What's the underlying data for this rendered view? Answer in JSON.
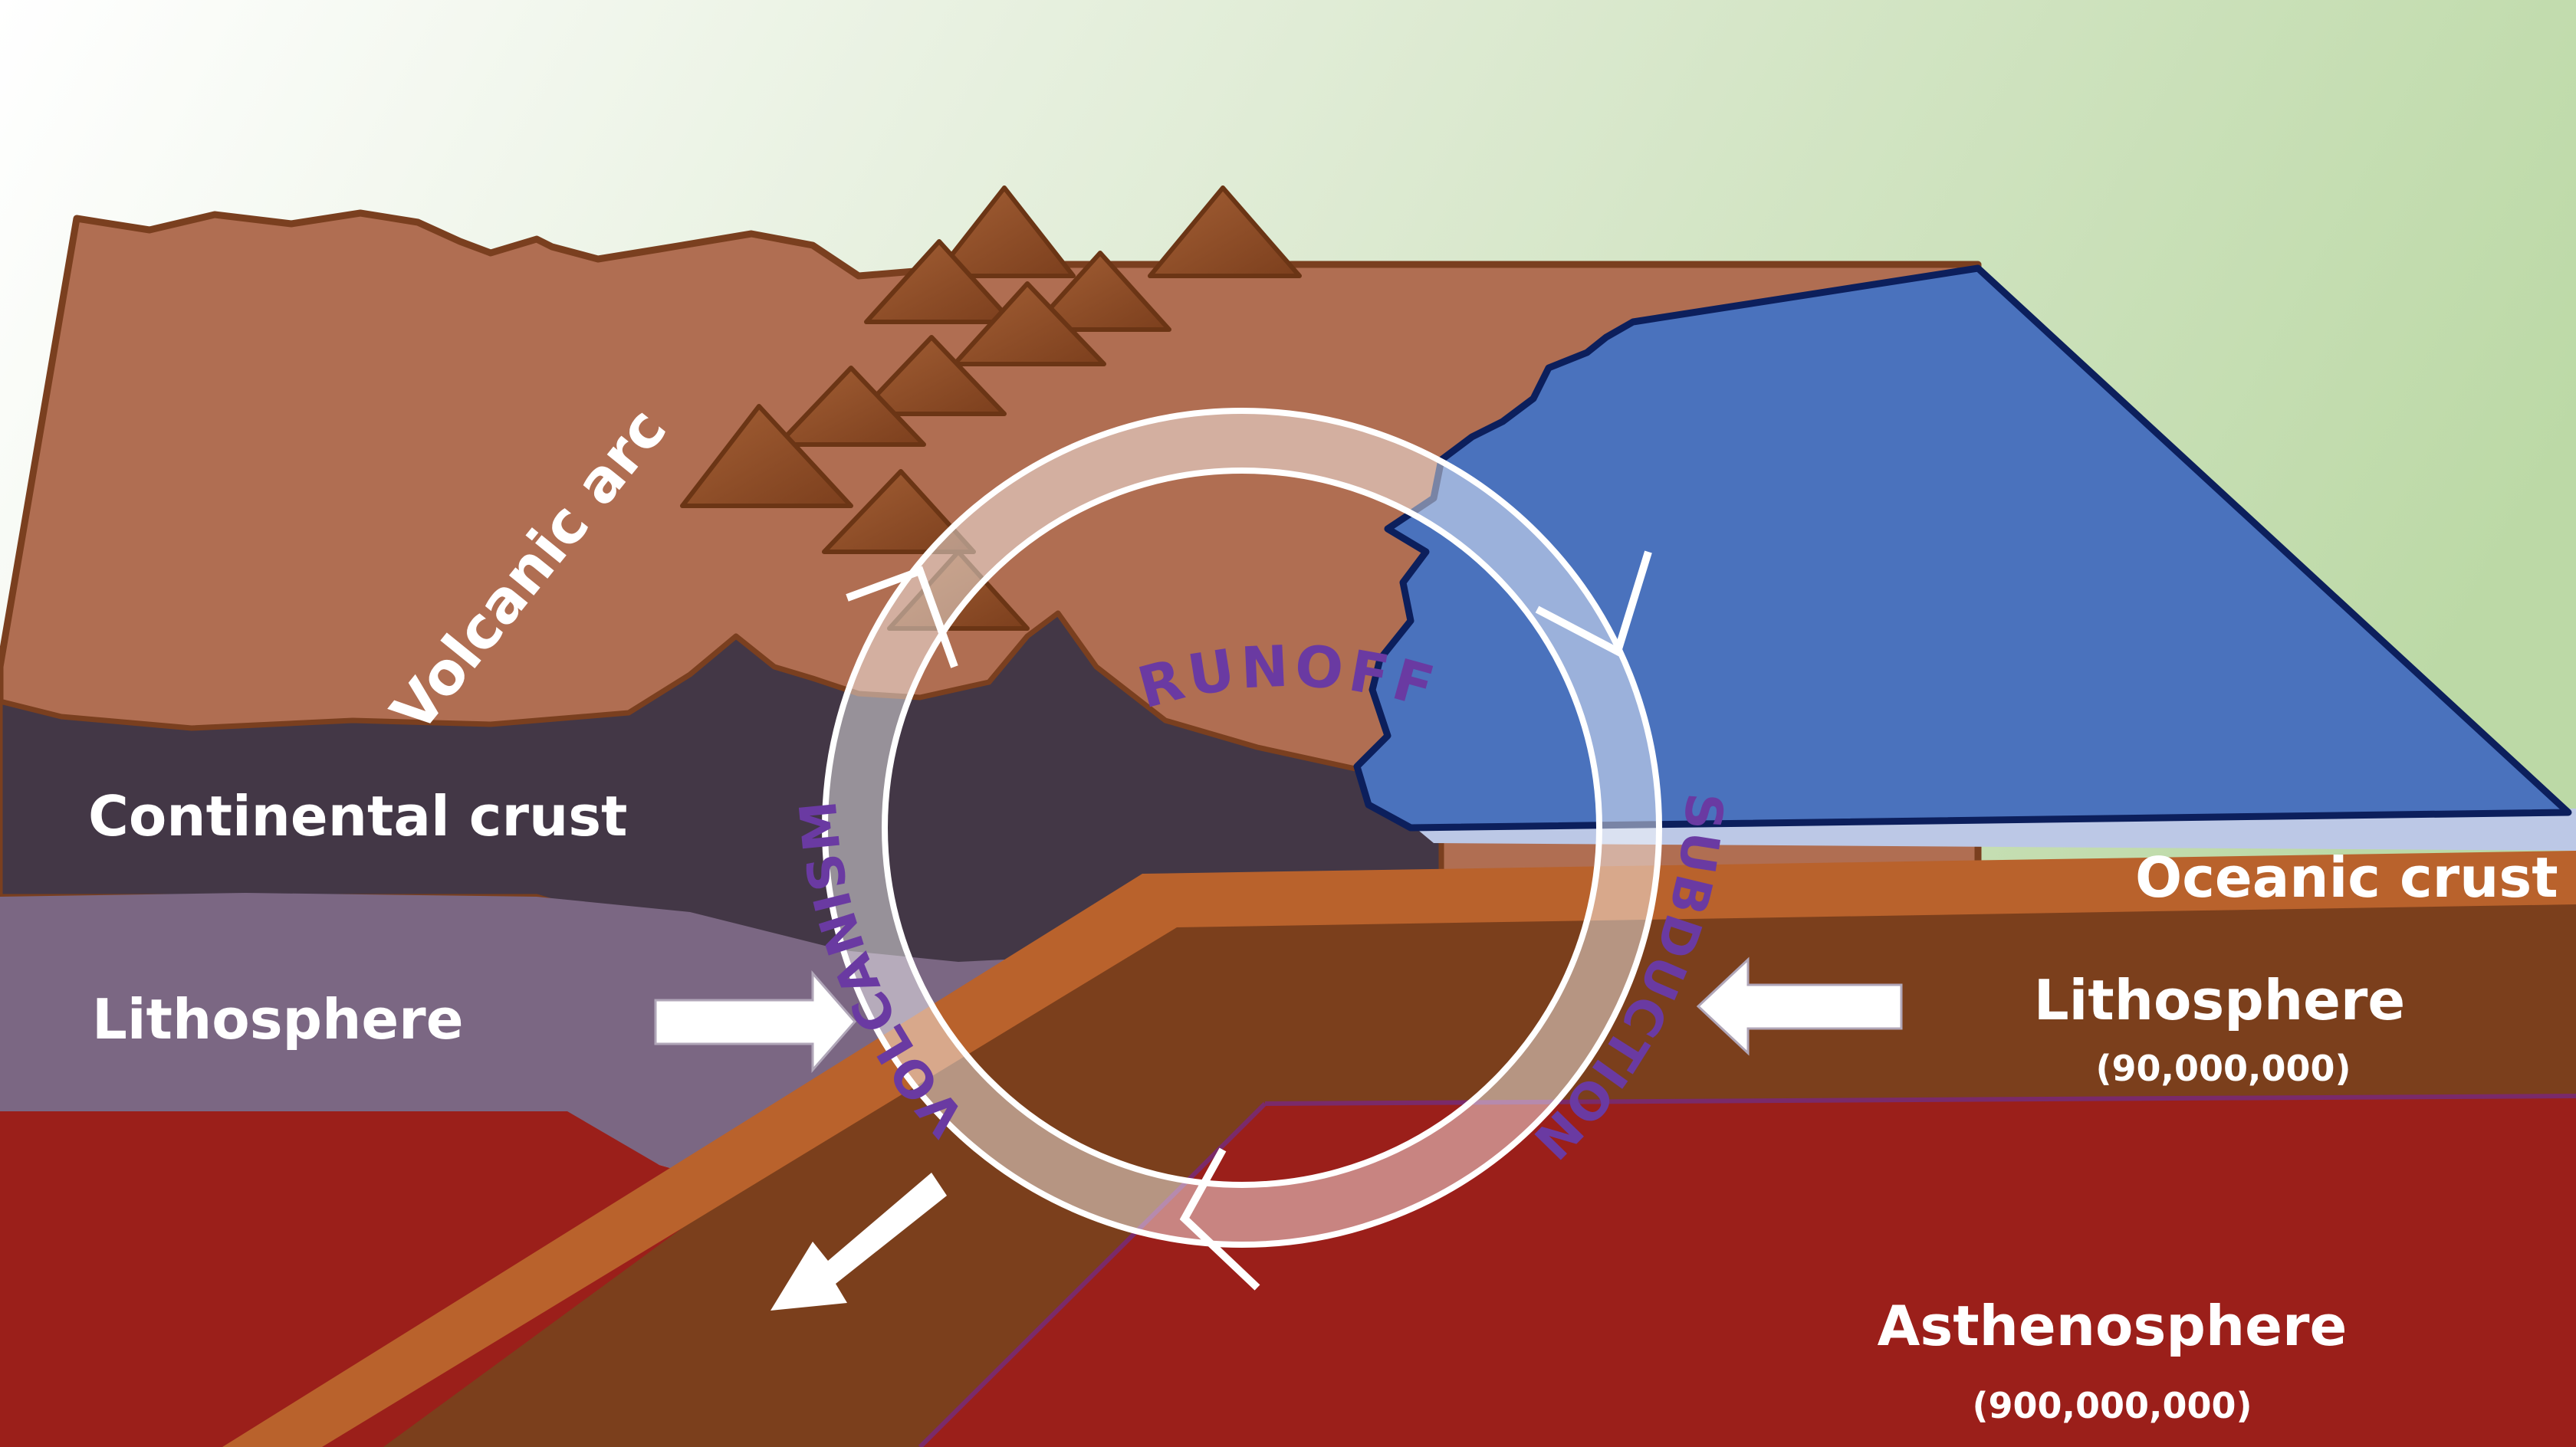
{
  "labels": {
    "volcanic_arc": "Volcanic arc",
    "continental_crust": "Continental crust",
    "lithosphere_left": "Lithosphere",
    "oceanic_crust": "Oceanic crust",
    "lithosphere_right": "Lithosphere",
    "lithosphere_right_value": "(90,000,000)",
    "asthenosphere": "Asthenosphere",
    "asthenosphere_value": "(900,000,000)"
  },
  "cycle": {
    "runoff": "RUNOFF",
    "subduction": "SUBDUCTION",
    "volcanism": "VOLCANISM"
  },
  "colors": {
    "sky_left": "#ffffff",
    "sky_right": "#bcd9a6",
    "continent": "#b06e52",
    "continent_outline": "#7a3f1f",
    "volcano": "#8b4a26",
    "crust_dark": "#433746",
    "lithosphere_left": "#7b6783",
    "ocean": "#4a72bd",
    "ocean_outline": "#0c1f5c",
    "oceanic_crust": "#b9622c",
    "lithosphere_right": "#7b3f1c",
    "asthenosphere": "#9b1f1a",
    "ring_text": "#6a3aa2"
  }
}
